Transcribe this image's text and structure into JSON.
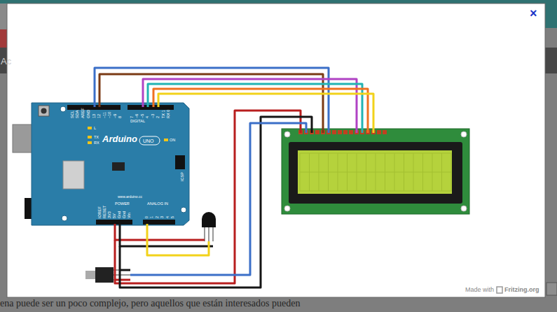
{
  "diagram": {
    "labels": [
      "Ac",
      "SCL",
      "SDA",
      "AREF",
      "GND",
      "13",
      "12",
      "~11",
      "~10",
      "~9",
      "8",
      "7",
      "~6",
      "~5",
      "4",
      "~3",
      "2",
      "TX 1",
      "RX 0",
      "DIGITAL",
      "Arduino",
      "UNO",
      "L",
      "TX",
      "RX",
      "ON",
      "ICSP",
      "www.arduino.cc",
      "POWER",
      "ANALOG IN",
      "IOREF",
      "RESET",
      "3V3",
      "5V",
      "Gnd",
      "Gnd",
      "Vin",
      "0",
      "1",
      "2",
      "3",
      "4",
      "5",
      "Made with",
      "Fritzing.org",
      "×",
      "ena puede ser un poco complejo, pero aquellos que están interesados pueden"
    ]
  }
}
